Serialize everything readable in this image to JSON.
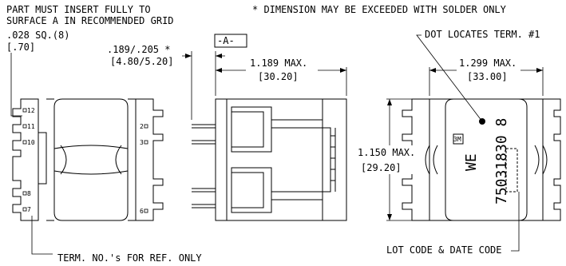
{
  "notes": {
    "insert_line1": "PART MUST INSERT FULLY TO",
    "insert_line2": "SURFACE A IN RECOMMENDED GRID",
    "pin_size_in": ".028 SQ.(8)",
    "pin_size_mm": "[.70]",
    "solder_note": "* DIMENSION MAY BE EXCEEDED WITH SOLDER ONLY",
    "term_note": "TERM. NO.'s FOR REF. ONLY",
    "dot_note": "DOT LOCATES TERM. #1",
    "lot_note": "LOT CODE & DATE CODE"
  },
  "dimensions": {
    "pin_length_in": ".189/.205 *",
    "pin_length_mm": "[4.80/5.20]",
    "datum": "-A-",
    "depth_in": "1.189 MAX.",
    "depth_mm": "[30.20]",
    "width_in": "1.299 MAX.",
    "width_mm": "[33.00]",
    "height_in": "1.150 MAX.",
    "height_mm": "[29.20]"
  },
  "terminals": {
    "t12": "12",
    "t11": "11",
    "t10": "10",
    "t8": "8",
    "t7": "7",
    "t2": "2",
    "t3": "3",
    "t6": "6"
  },
  "marking": {
    "part_number": "75031830 8",
    "logo": "WE",
    "logo_mark": "3M"
  }
}
